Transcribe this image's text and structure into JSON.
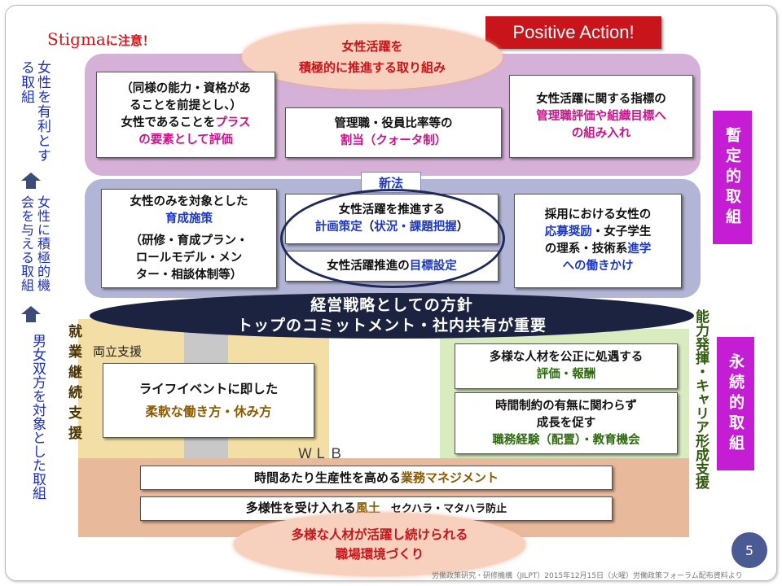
{
  "stigma": {
    "word": "Stigma",
    "suffix": "に注意！"
  },
  "positive_action": "Positive Action!",
  "top_ellipse": {
    "line1": "女性活躍を",
    "line2": "積極的に推進する取り組み"
  },
  "left_labels": {
    "favorable": "女性を有利とする取組",
    "opportunity": "女性に積極的機会を与える取組",
    "both_genders": "男女双方を対象とした取組"
  },
  "purple_row": {
    "box1": {
      "line1": "（同様の能力・資格があ",
      "line2": "ることを前提とし、）",
      "line3_pre": "女性であることを",
      "line3_hl": "プラス",
      "line4_hl": "の要素として評価"
    },
    "box2": {
      "line1": "管理職・役員比率等の",
      "line2_hl": "割当（クォータ制）"
    },
    "box3": {
      "line1": "女性活躍に関する指標の",
      "line2_hl": "管理職評価や組織目標へ",
      "line3_hl": "の組み入れ"
    }
  },
  "new_law": "新法",
  "blue_row": {
    "box1": {
      "line1": "女性のみを対象とした",
      "line2_hl": "育成施策",
      "line3": "（研修・育成プラン・",
      "line4": "ロールモデル・メン",
      "line5": "ター・相談体制等）"
    },
    "box2": {
      "line1": "女性活躍を推進する",
      "line2_hl": "計画策定",
      "line2_mid": "（",
      "line2_hl2": "状況・課題把握",
      "line2_end": "）"
    },
    "box3": {
      "pre": "女性活躍推進の",
      "hl": "目標設定"
    },
    "box4": {
      "line1": "採用における女性の",
      "line2_hl": "応募奨励",
      "line2_post": "・女子学生",
      "line3_pre": "の理系・技術系",
      "line3_hl": "進学",
      "line4_hl": "への働きかけ"
    }
  },
  "strategy": {
    "line1": "経営戦略としての方針",
    "line2": "トップのコミットメント・社内共有が重要"
  },
  "right_labels": {
    "temporary": "暫定的取組",
    "permanent": "永続的取組"
  },
  "work_support": "就業継続支援",
  "career_support": "能力発揮・キャリア形成支援",
  "ryoritsu": "両立支援",
  "lifeevent": {
    "line1": "ライフイベントに即した",
    "line2_hl": "柔軟な働き方・休み方"
  },
  "green_boxes": {
    "box1": {
      "line1": "多様な人材を公正に処遇する",
      "line2_hl": "評価・報酬"
    },
    "box2": {
      "line1": "時間制約の有無に関わらず",
      "line2": "成長を促す",
      "line3_hl": "職務経験（配置）・教育機会"
    }
  },
  "wlb": "ＷＬＢ",
  "productivity": {
    "pre": "時間あたり生産性を高める",
    "hl": "業務マネジメント"
  },
  "diversity": {
    "pre": "多様性を受け入れる",
    "hl": "風土",
    "post": "　セクハラ・マタハラ防止"
  },
  "bottom_ellipse": {
    "line1": "多様な人材が活躍し続けられる",
    "line2": "職場環境づくり"
  },
  "page_number": "5",
  "footer": "労働政策研究・研修機構（JILPT）2015年12月15日（火曜）労働政策フォーラム配布資料より"
}
